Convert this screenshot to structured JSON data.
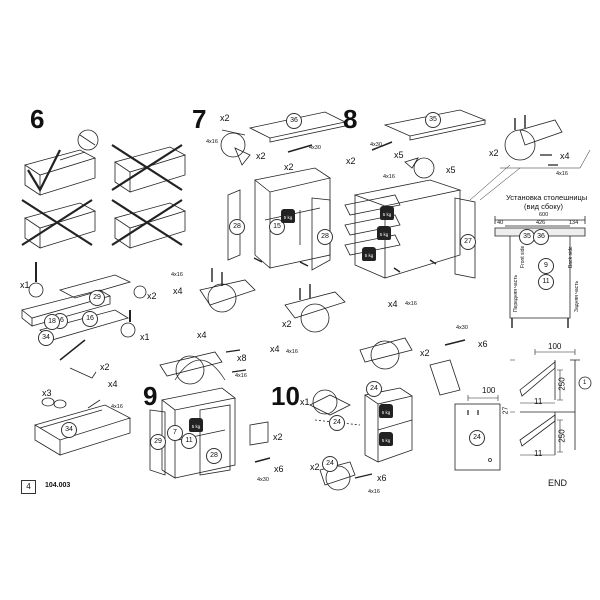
{
  "steps": [
    "6",
    "7",
    "8",
    "9",
    "10"
  ],
  "quantities": {
    "q7_x2a": "x2",
    "q7_x2b": "x2",
    "q7_x2c": "x2",
    "q8_x2a": "x2",
    "q8_x5a": "x5",
    "q8_x5b": "x5",
    "q8_x2b": "x2",
    "q8_x4": "x4",
    "q6_x1a": "x1",
    "q6_x2a": "x2",
    "q6_x1b": "x1",
    "q6_x2b": "x2",
    "q6_x3": "x3",
    "q6_x4": "x4",
    "q7_x4": "x4",
    "q7_x2d": "x2",
    "q7_x4b": "x4",
    "q8_x4b": "x4",
    "q8_x2c": "x2",
    "q8_x6": "x6",
    "q9_x4": "x4",
    "q9_x8": "x8",
    "q9_x2": "x2",
    "q9_x6": "x6",
    "q10_x1": "x1",
    "q10_x2": "x2",
    "q10_x6": "x6"
  },
  "hardware": {
    "h4x16": "4x16",
    "h4x30": "4x30"
  },
  "panels": {
    "p36": "36",
    "p35": "35",
    "p29": "29",
    "p16": "16",
    "p18": "18",
    "p34": "34",
    "p28": "28",
    "p15": "15",
    "p27": "27",
    "p9": "9",
    "p11": "11",
    "p7": "7",
    "p24": "24"
  },
  "weight": "5 kg",
  "countertop": {
    "title_line1": "Установка столешницы",
    "title_line2": "(вид сбоку)",
    "dim_600": "600",
    "dim_40": "40",
    "dim_426": "426",
    "dim_134": "134",
    "front_ru": "Передняя часть",
    "front_en": "Front side",
    "back_en": "Back side",
    "back_ru": "Задняя часть"
  },
  "dims": {
    "d100a": "100",
    "d250a": "250",
    "d11a": "11",
    "d250b": "250",
    "d11b": "11",
    "d100b": "100",
    "d27": "27",
    "d1": "1"
  },
  "footer": {
    "page": "4",
    "code": "104.003",
    "end": "END"
  }
}
